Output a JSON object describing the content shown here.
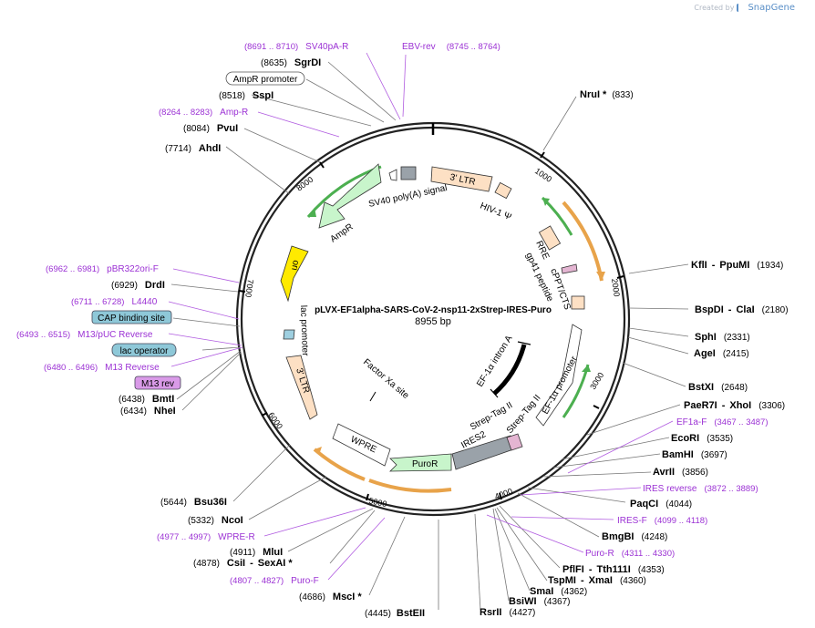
{
  "credit": {
    "prefix": "Created by",
    "brand": "SnapGene"
  },
  "plasmid": {
    "name": "pLVX-EF1alpha-SARS-CoV-2-nsp11-2xStrep-IRES-Puro",
    "size": "8955 bp"
  },
  "ticks": [
    "1000",
    "2000",
    "3000",
    "4000",
    "5000",
    "6000",
    "7000",
    "8000"
  ],
  "features": {
    "ltr3_top": "3' LTR",
    "hiv": "HIV-1 Ψ",
    "rre": "RRE",
    "gp41": "gp41 peptide",
    "cppt": "cPPT/CTS",
    "ef1a_promoter": "EF-1α promoter",
    "ef1a_intron": "EF-1α intron A",
    "strep1": "Strep-Tag II",
    "strep2": "Strep-Tag II",
    "ires2": "IRES2",
    "puror": "PuroR",
    "wpre": "WPRE",
    "ltr3_bottom": "3' LTR",
    "lac_promoter": "lac promoter",
    "factor_xa": "Factor Xa site",
    "ori": "ori",
    "ampr": "AmpR",
    "sv40": "SV40 poly(A) signal"
  },
  "sites_right": [
    {
      "name": "NruI *",
      "pos": "(833)"
    },
    {
      "name": "KflI",
      "name2": "PpuMI",
      "pos": "(1934)"
    },
    {
      "name": "BspDI",
      "name2": "ClaI",
      "pos": "(2180)"
    },
    {
      "name": "SphI",
      "pos": "(2331)"
    },
    {
      "name": "AgeI",
      "pos": "(2415)"
    },
    {
      "name": "BstXI",
      "pos": "(2648)"
    },
    {
      "name": "PaeR7I",
      "name2": "XhoI",
      "pos": "(3306)"
    },
    {
      "primer": "EF1a-F",
      "range": "(3467 .. 3487)"
    },
    {
      "name": "EcoRI",
      "pos": "(3535)"
    },
    {
      "name": "BamHI",
      "pos": "(3697)"
    },
    {
      "name": "AvrII",
      "pos": "(3856)"
    },
    {
      "primer": "IRES reverse",
      "range": "(3872 .. 3889)"
    },
    {
      "name": "PaqCI",
      "pos": "(4044)"
    },
    {
      "primer": "IRES-F",
      "range": "(4099 .. 4118)"
    },
    {
      "name": "BmgBI",
      "pos": "(4248)"
    },
    {
      "primer": "Puro-R",
      "range": "(4311 .. 4330)"
    },
    {
      "name": "PflFI",
      "name2": "Tth111I",
      "pos": "(4353)"
    },
    {
      "name": "TspMI",
      "name2": "XmaI",
      "pos": "(4360)"
    },
    {
      "name": "SmaI",
      "pos": "(4362)"
    },
    {
      "name": "BsiWI",
      "pos": "(4367)"
    },
    {
      "name": "RsrII",
      "pos": "(4427)"
    },
    {
      "name": "BstEII",
      "pos": "(4445)"
    }
  ],
  "sites_left": [
    {
      "primer": "SV40pA-R",
      "range": "(8691 .. 8710)"
    },
    {
      "primer": "EBV-rev",
      "range": "(8745 .. 8764)"
    },
    {
      "name": "SgrDI",
      "pos": "(8635)"
    },
    {
      "box": "AmpR promoter"
    },
    {
      "name": "SspI",
      "pos": "(8518)"
    },
    {
      "primer": "Amp-R",
      "range": "(8264 .. 8283)"
    },
    {
      "name": "PvuI",
      "pos": "(8084)"
    },
    {
      "name": "AhdI",
      "pos": "(7714)"
    },
    {
      "primer": "pBR322ori-F",
      "range": "(6962 .. 6981)"
    },
    {
      "name": "DrdI",
      "pos": "(6929)"
    },
    {
      "primer": "L4440",
      "range": "(6711 .. 6728)"
    },
    {
      "box": "CAP binding site"
    },
    {
      "primer": "M13/pUC Reverse",
      "range": "(6493 .. 6515)"
    },
    {
      "box": "lac operator"
    },
    {
      "primer": "M13 Reverse",
      "range": "(6480 .. 6496)"
    },
    {
      "box": "M13 rev"
    },
    {
      "name": "BmtI",
      "pos": "(6438)"
    },
    {
      "name": "NheI",
      "pos": "(6434)"
    },
    {
      "name": "Bsu36I",
      "pos": "(5644)"
    },
    {
      "name": "NcoI",
      "pos": "(5332)"
    },
    {
      "primer": "WPRE-R",
      "range": "(4977 .. 4997)"
    },
    {
      "name": "MluI",
      "pos": "(4911)"
    },
    {
      "name": "CsiI",
      "name2": "SexAI *",
      "pos": "(4878)"
    },
    {
      "primer": "Puro-F",
      "range": "(4807 .. 4827)"
    },
    {
      "name": "MscI *",
      "pos": "(4686)"
    }
  ]
}
